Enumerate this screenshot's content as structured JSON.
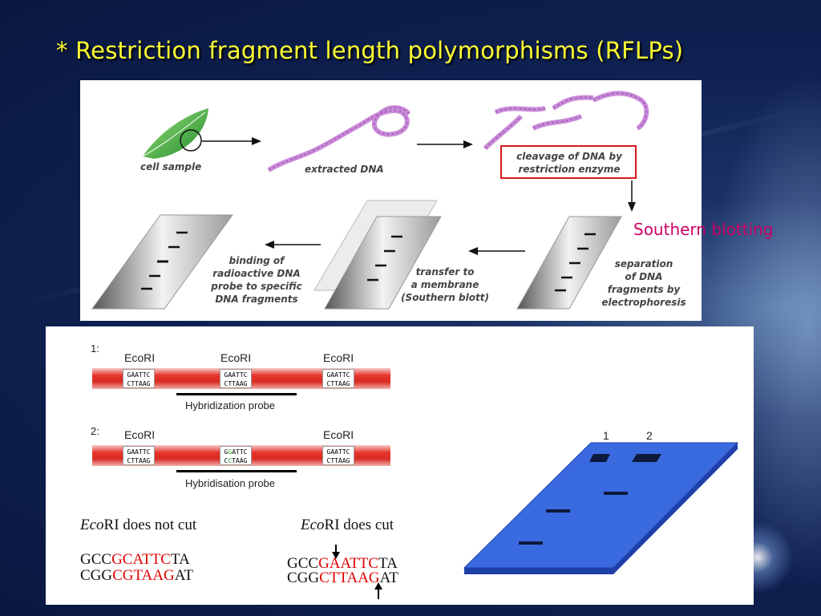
{
  "title": "* Restriction fragment length polymorphisms (RFLPs)",
  "southern_label": "Southern blotting",
  "workflow": {
    "cell_sample": "cell sample",
    "extracted_dna": "extracted DNA",
    "cleavage_line1": "cleavage of DNA by",
    "cleavage_line2": "restriction enzyme",
    "separation_line1": "separation",
    "separation_line2": "of DNA",
    "separation_line3": "fragments by",
    "separation_line4": "electrophoresis",
    "transfer_line1": "transfer to",
    "transfer_line2": "a membrane",
    "transfer_line3": "(Southern blott)",
    "binding_line1": "binding of",
    "binding_line2": "radioactive DNA",
    "binding_line3": "probe to specific",
    "binding_line4": "DNA fragments"
  },
  "allele1": {
    "number": "1:",
    "site_labels": [
      "EcoRI",
      "EcoRI",
      "EcoRI"
    ],
    "sites": [
      {
        "top": "GAATTC",
        "bottom": "CTTAAG"
      },
      {
        "top": "GAATTC",
        "bottom": "CTTAAG"
      },
      {
        "top": "GAATTC",
        "bottom": "CTTAAG"
      }
    ],
    "probe_label": "Hybridization probe"
  },
  "allele2": {
    "number": "2:",
    "site_labels": [
      "EcoRI",
      "EcoRI"
    ],
    "sites": [
      {
        "top": "GAATTC",
        "bottom": "CTTAAG"
      },
      {
        "top_a": "G",
        "top_b": "G",
        "top_c": "ATTC",
        "bottom_a": "C",
        "bottom_b": "C",
        "bottom_c": "TAAG"
      },
      {
        "top": "GAATTC",
        "bottom": "CTTAAG"
      }
    ],
    "probe_label": "Hybridisation probe"
  },
  "no_cut": {
    "eco": "Eco",
    "rest": "RI does not cut",
    "top": {
      "a": "GCC",
      "b": "GC",
      "c": "ATTC",
      "d": "TA"
    },
    "bottom": {
      "a": "CGG",
      "b": "CG",
      "c": "TAAG",
      "d": "AT"
    }
  },
  "cut": {
    "eco": "Eco",
    "rest": "RI does cut",
    "top": {
      "a": "GCC",
      "b": "GAATTC",
      "c": "TA"
    },
    "bottom": {
      "a": "CGG",
      "b": "CTTAAG",
      "c": "AT"
    }
  },
  "blot": {
    "lanes": [
      "1",
      "2"
    ],
    "colors": {
      "membrane": "#3a6ae0",
      "edge": "#1f3fa8",
      "band": "#0d1a3c"
    }
  }
}
